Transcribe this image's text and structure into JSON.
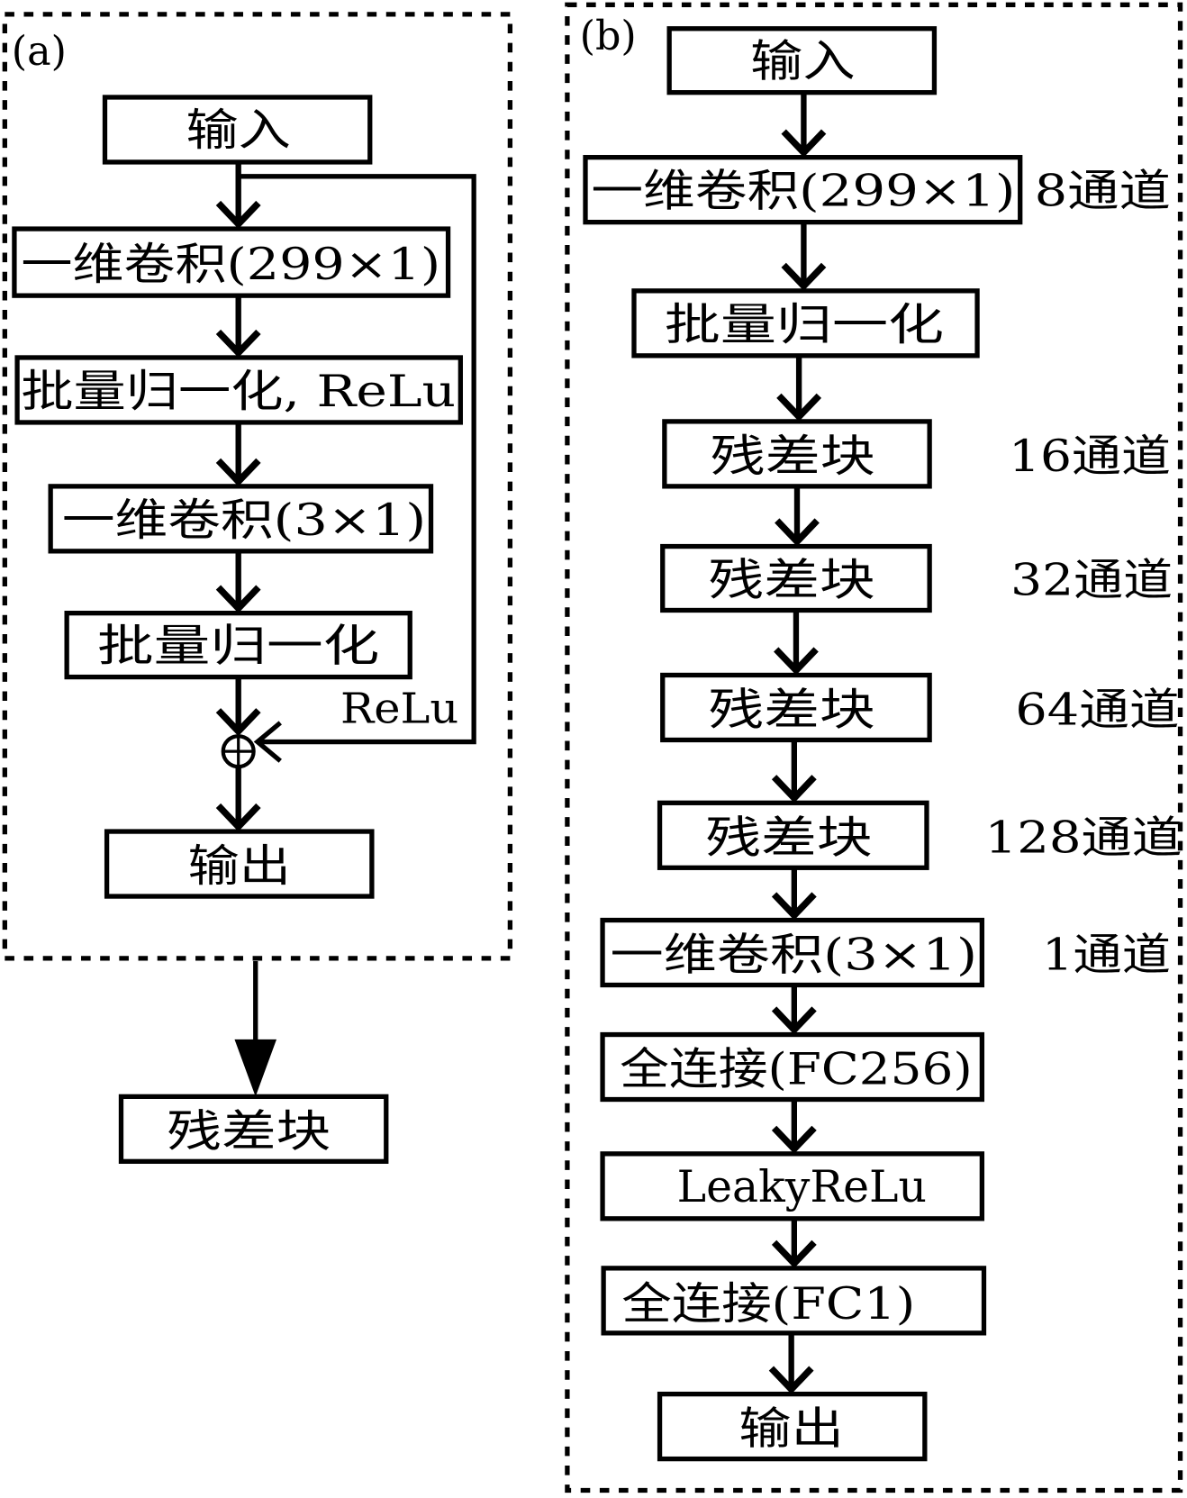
{
  "panel_a": {
    "label": "(a)",
    "input": "输入",
    "conv1": "一维卷积(299×1)",
    "bn_relu": "批量归一化, ReLu",
    "conv2": "一维卷积(3×1)",
    "bn": "批量归一化",
    "skip_relu": "ReLu",
    "output": "输出",
    "result": "残差块"
  },
  "panel_b": {
    "label": "(b)",
    "layers": [
      {
        "text": "输入"
      },
      {
        "text": "一维卷积(299×1)",
        "channels": "8通道"
      },
      {
        "text": "批量归一化"
      },
      {
        "text": "残差块",
        "channels": "16通道"
      },
      {
        "text": "残差块",
        "channels": "32通道"
      },
      {
        "text": "残差块",
        "channels": "64通道"
      },
      {
        "text": "残差块",
        "channels": "128通道"
      },
      {
        "text": "一维卷积(3×1)",
        "channels": "1通道"
      },
      {
        "text": "全连接(FC256)"
      },
      {
        "text": "LeakyReLu"
      },
      {
        "text": "全连接(FC1)"
      },
      {
        "text": "输出"
      }
    ]
  }
}
